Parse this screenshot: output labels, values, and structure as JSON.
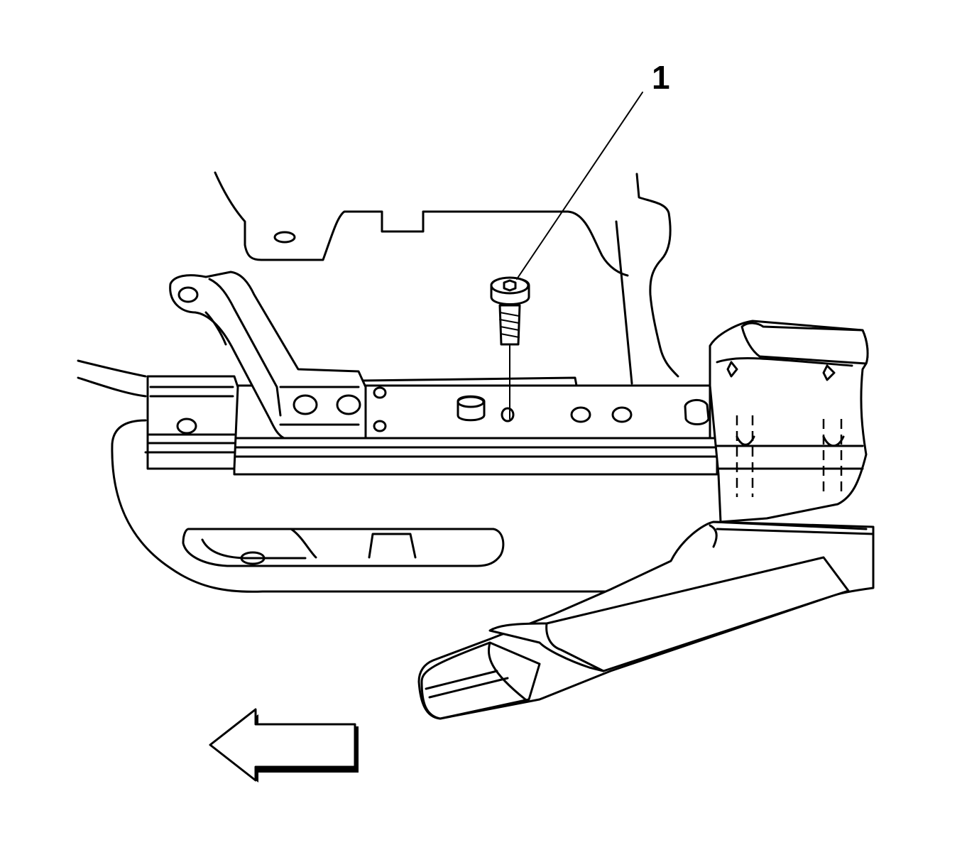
{
  "callouts": [
    {
      "number": "1",
      "part": "bolt"
    }
  ],
  "direction_arrow": {
    "points": "left"
  }
}
